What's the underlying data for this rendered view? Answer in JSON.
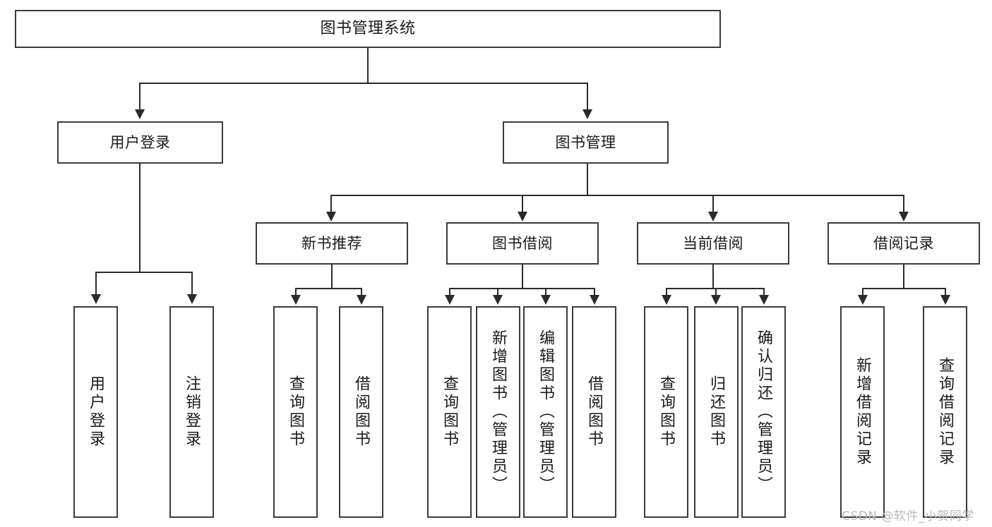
{
  "diagram": {
    "type": "hierarchy-tree",
    "title": "图书管理系统",
    "watermark": "CSDN @软件_小贺同学",
    "colors": {
      "box_border": "#3b3b3b",
      "connector": "#2b2b2b",
      "background": "#ffffff",
      "text": "#1a1a1a",
      "watermark": "#b9b9b9"
    },
    "nodes": {
      "root": {
        "label": "图书管理系统"
      },
      "level2": [
        {
          "label": "用户登录"
        },
        {
          "label": "图书管理"
        }
      ],
      "level3": [
        {
          "label": "新书推荐"
        },
        {
          "label": "图书借阅"
        },
        {
          "label": "当前借阅"
        },
        {
          "label": "借阅记录"
        }
      ],
      "leaves": {
        "user_login": [
          {
            "label": "用户登录"
          },
          {
            "label": "注销登录"
          }
        ],
        "new_book_recommend": [
          {
            "label": "查询图书"
          },
          {
            "label": "借阅图书"
          }
        ],
        "book_borrow": [
          {
            "label": "查询图书"
          },
          {
            "label": "新增图书（管理员）"
          },
          {
            "label": "编辑图书（管理员）"
          },
          {
            "label": "借阅图书"
          }
        ],
        "current_borrow": [
          {
            "label": "查询图书"
          },
          {
            "label": "归还图书"
          },
          {
            "label": "确认归还（管理员）"
          }
        ],
        "borrow_record": [
          {
            "label": "新增借阅记录"
          },
          {
            "label": "查询借阅记录"
          }
        ]
      }
    }
  }
}
